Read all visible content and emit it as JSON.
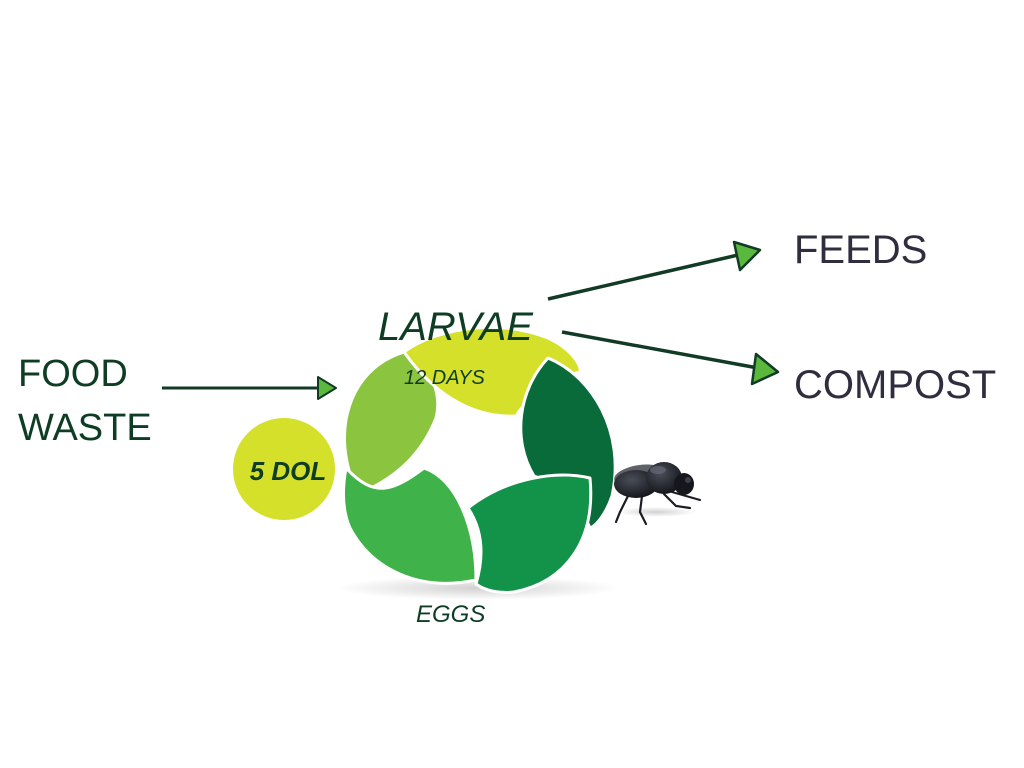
{
  "input": {
    "line1": "FOOD",
    "line2": "WASTE"
  },
  "badge": "5 DOL",
  "stages": {
    "larvae": "LARVAE",
    "larvae_duration": "12 DAYS",
    "eggs": "EGGS"
  },
  "outputs": {
    "feeds": "FEEDS",
    "compost": "COMPOST"
  },
  "icons": {
    "insect": "black-soldier-fly-icon"
  },
  "colors": {
    "petal_yellow": "#d4e02a",
    "petal_dark": "#0a6b3a",
    "petal_green": "#13934a",
    "petal_mid": "#3fb24a",
    "petal_light": "#8bc43f",
    "badge_fill": "#d4e02a",
    "text_dark": "#0f3d24",
    "arrow_head": "#5ab83d"
  }
}
